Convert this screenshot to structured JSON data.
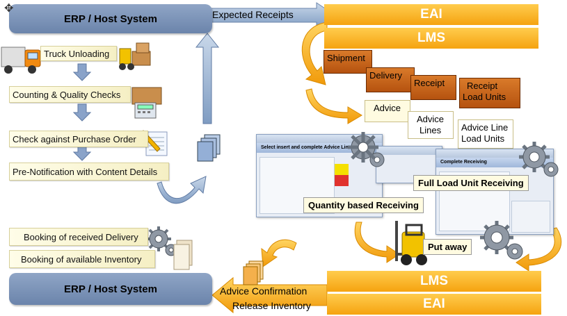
{
  "top_left": {
    "title": "ERP / Host System"
  },
  "bottom_left": {
    "title": "ERP / Host System"
  },
  "top_right": {
    "eai": "EAI",
    "lms": "LMS"
  },
  "bottom_right": {
    "lms": "LMS",
    "eai": "EAI"
  },
  "flow_top": {
    "expected_receipts": "Expected Receipts"
  },
  "flow_bottom": {
    "advice_confirmation": "Advice Confirmation",
    "release_inventory": "Release Inventory"
  },
  "steps": [
    "Truck Unloading",
    "Counting & Quality Checks",
    "Check against Purchase Order",
    "Pre-Notification with Content Details"
  ],
  "bookings": [
    "Booking of received Delivery",
    "Booking of available  Inventory"
  ],
  "documents": {
    "shipment": "Shipment",
    "delivery": "Delivery",
    "receipt": "Receipt",
    "receipt_load_units_1": "Receipt",
    "receipt_load_units_2": "Load Units",
    "advice": "Advice",
    "advice_lines_1": "Advice",
    "advice_lines_2": "Lines",
    "advice_line_load_units_1": "Advice Line",
    "advice_line_load_units_2": "Load Units"
  },
  "callouts": {
    "quantity_receiving": "Quantity based Receiving",
    "full_load_unit": "Full Load Unit Receiving",
    "put_away": "Put away"
  },
  "screens": {
    "advice_window_header": "Select insert and complete Advice Line",
    "complete_window_header": "Complete Receiving"
  },
  "colors": {
    "blue_bar": "#7b93b8",
    "orange_bar": "#f7b128",
    "brown_doc": "#c8641c",
    "arrow_orange": "#f5a51a"
  }
}
